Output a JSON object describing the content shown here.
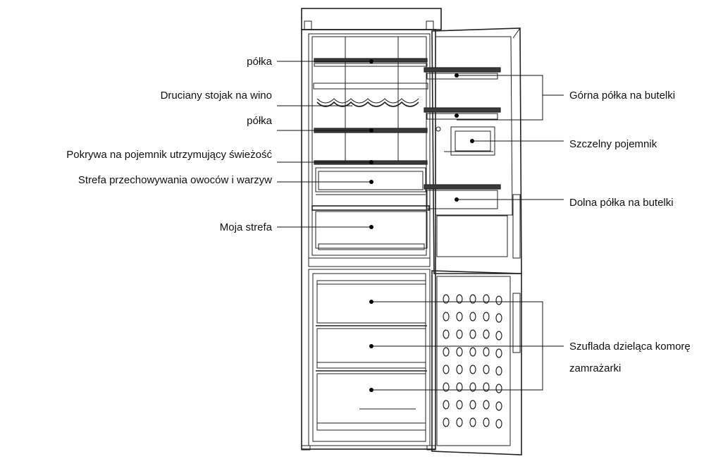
{
  "labels": {
    "shelf_top": "półka",
    "wine_rack": "Druciany stojak na wino",
    "shelf_mid": "półka",
    "crisper_cover": "Pokrywa na pojemnik utrzymujący świeżość",
    "crisper_zone": "Strefa przechowywania owoców i warzyw",
    "my_zone": "Moja strefa",
    "upper_bottle_shelf": "Górna półka na butelki",
    "sealed_container": "Szczelny pojemnik",
    "lower_bottle_shelf": "Dolna półka na butelki",
    "freezer_drawer_line1": "Szuflada dzieląca komorę",
    "freezer_drawer_line2": "zamrażarki"
  },
  "colors": {
    "line": "#111111",
    "text": "#111111",
    "background": "#ffffff"
  }
}
